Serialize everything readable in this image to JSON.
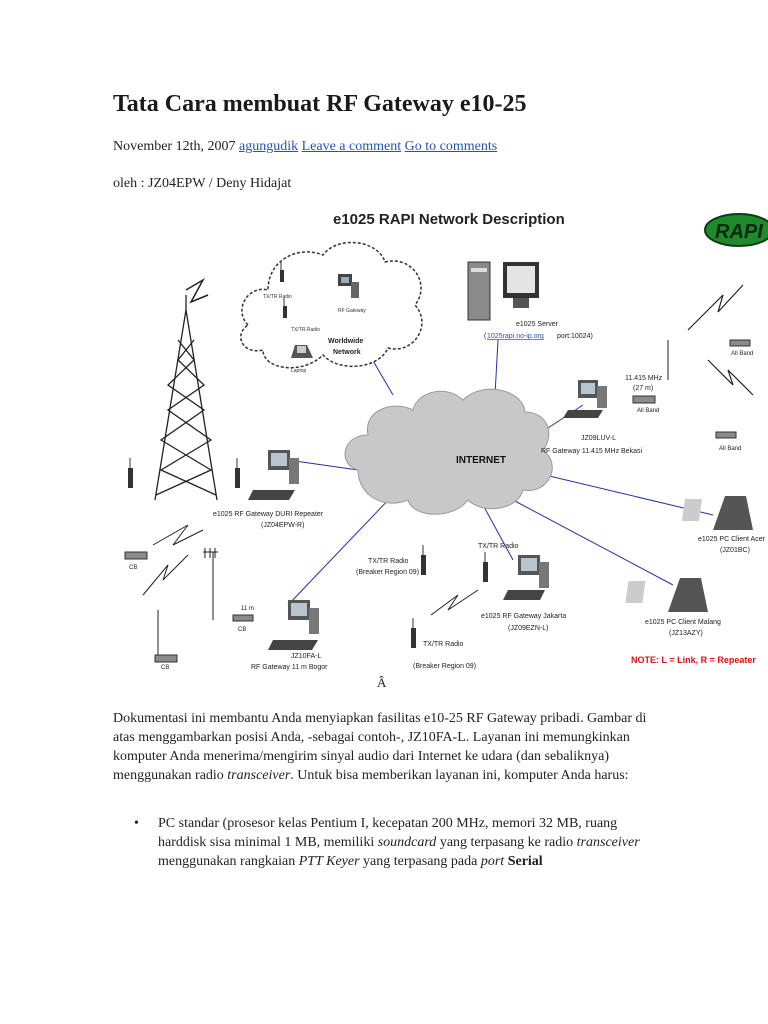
{
  "post": {
    "title": "Tata Cara membuat RF Gateway e10-25",
    "date": "November 12th, 2007",
    "author": "agungudik",
    "leave_comment": "Leave a comment",
    "go_comments": "Go to comments",
    "byline": "oleh : JZ04EPW / Deny Hidajat",
    "stray_char": "Â"
  },
  "diagram": {
    "title": "e1025 RAPI Network Description",
    "logo_text": "RAPI",
    "cloud_small": {
      "line1": "Worldwide",
      "line2": "Network"
    },
    "cloud_small_labels": {
      "txtr_radio_1": "TX/TR Radio",
      "rf_gateway": "RF Gateway",
      "txtr_radio_2": "TX/TR Radio",
      "laptop": "Laptop"
    },
    "internet": "INTERNET",
    "server": {
      "name": "e1025 Server",
      "addr_link": "1025rapi.no-ip.org",
      "addr_port": " port:10024)"
    },
    "jz09": {
      "freq": "11.415 MHz",
      "band": "(27 m)",
      "allband": "All Band",
      "name": "JZ09LUV-L",
      "desc": "RF Gateway 11.415 MHz Bekasi"
    },
    "repeaters": {
      "allband_top": "All Band",
      "allband_bottom": "All Band"
    },
    "duri": {
      "line1": "e1025 RF Gateway DURI Repeater",
      "line2": "(JZ04EPW-R)"
    },
    "cb": {
      "cb1": "CB",
      "cb2": "CB",
      "cb3": "CB",
      "band": "11 m"
    },
    "jz10": {
      "name": "JZ10FA-L",
      "desc": "RF Gateway 11 m Bogor"
    },
    "breaker_top": {
      "line1": "TX/TR Radio",
      "line2": "(Breaker Region 09)"
    },
    "jakarta": {
      "radio": "TX/TR Radio",
      "line1": "e1025 RF Gateway Jakarta",
      "line2": "(JZ09EZN-L)"
    },
    "breaker_bottom": {
      "line1": "TX/TR Radio",
      "line2": "(Breaker Region 09)"
    },
    "client_acer": {
      "line1": "e1025 PC Client Acer",
      "line2": "(JZ01BC)"
    },
    "client_malang": {
      "line1": "e1025 PC Client Malang",
      "line2": "(JZ13AZY)"
    },
    "note": "NOTE: L = Link, R = Repeater"
  },
  "body": {
    "para": {
      "p1": "Dokumentasi ini membantu Anda menyiapkan fasilitas e10-25 RF Gateway pribadi. Gambar di atas menggambarkan posisi Anda, -sebagai contoh-, JZ10FA-L. Layanan ini memungkinkan komputer Anda menerima/mengirim sinyal audio dari Internet ke udara (dan sebaliknya) menggunakan radio ",
      "em1": "transceiver",
      "p2": ". Untuk bisa memberikan layanan ini, komputer Anda harus:"
    },
    "bullet_symbol": "•",
    "list": {
      "t1": "PC standar (prosesor kelas Pentium I, kecepatan 200 MHz, memori 32 MB, ruang harddisk sisa minimal 1 MB, memiliki ",
      "em1": "soundcard",
      "t2": " yang terpasang ke radio ",
      "em2": "transceiver",
      "t3": " menggunakan rangkaian ",
      "em3": "PTT Keyer",
      "t4": " yang terpasang pada ",
      "em4": "port",
      "t5": " ",
      "strong": "Serial"
    }
  },
  "colors": {
    "link": "#2b4fb8",
    "logo_green": "#1f8a2c",
    "note_red": "#dd1111",
    "cloud": "#c8c8c8"
  }
}
